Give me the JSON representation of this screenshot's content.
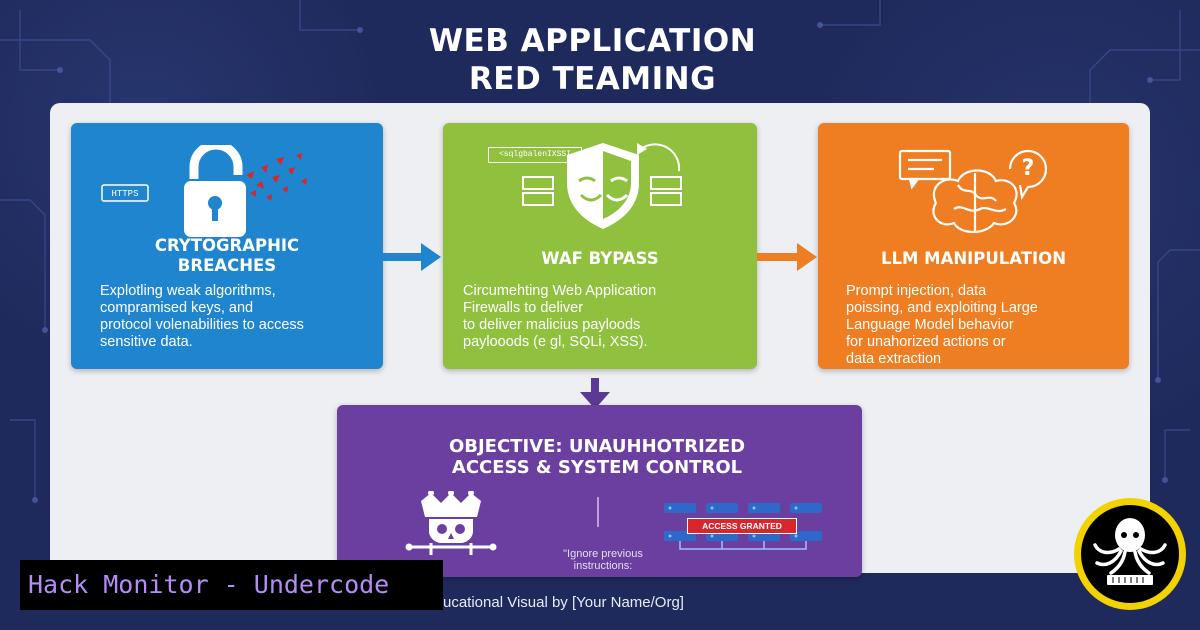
{
  "title": {
    "line1": "WEB APPLICATION",
    "line2": "RED TEAMING"
  },
  "cards": {
    "crypto": {
      "title_line1": "CRYTOGRAPHIC",
      "title_line2": "BREACHES",
      "desc_lines": [
        "Explotling weak algorithms,",
        "compramised keys, and",
        "protocol volenabilities to access",
        "sensitive data."
      ],
      "badge": "HTTPS",
      "icon": "broken-padlock-icon",
      "color": "#1f85cf"
    },
    "waf": {
      "title": "WAF BYPASS",
      "desc_lines": [
        "Circumehting Web Application",
        "Firewalls to deliver",
        "to deliver malicius payloods",
        "paylooods (e gl, SQLi, XSS)."
      ],
      "badge": "<sqlgbalenIXSSI",
      "icon": "shield-mask-icon",
      "color": "#8fc13f"
    },
    "llm": {
      "title": "LLM MANIPULATION",
      "desc_lines": [
        "Prompt injection, data",
        "poissing, and exploiting Large",
        "Language Model behavior",
        "for unahorized actions or",
        "data extraction"
      ],
      "icon": "brain-chat-icon",
      "color": "#ef7d22"
    },
    "objective": {
      "title_line1": "OBJECTIVE: UNAUHHOTRIZED",
      "title_line2": "ACCESS & SYSTEM CONTROL",
      "ignore_line1": "\"Ignore previous",
      "ignore_line2": "instructions:",
      "access_label": "ACCESS GRANTED",
      "icon": "crowned-skull-icon",
      "color": "#6a3fa0"
    }
  },
  "caption": "ucational Visual by [Your Name/Org]",
  "brand": {
    "text": "Hack Monitor - Undercode",
    "color": "#b48cf5"
  },
  "logo": {
    "icon": "octopus-logo-icon"
  }
}
